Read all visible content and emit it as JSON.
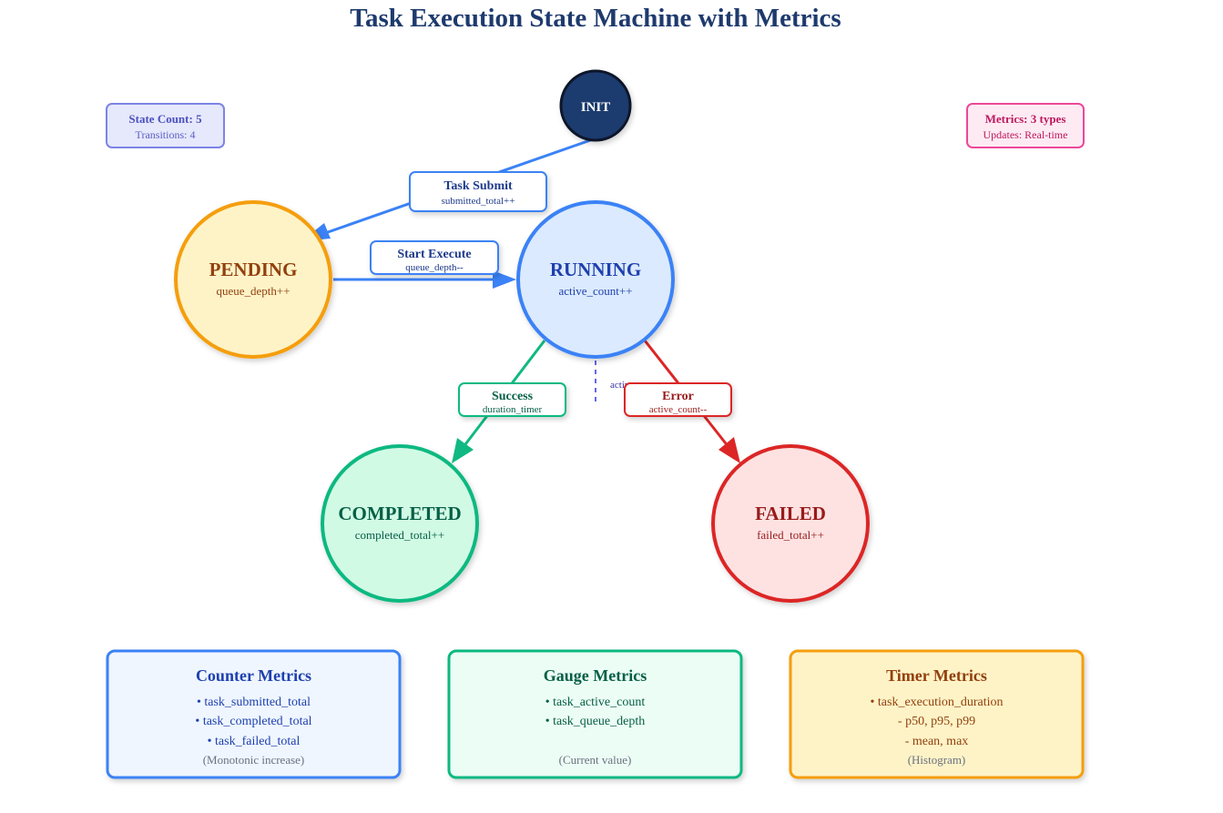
{
  "title": "Task Execution State Machine with Metrics",
  "states": {
    "init": {
      "name": "INIT"
    },
    "pending": {
      "name": "PENDING",
      "metric": "queue_depth++"
    },
    "running": {
      "name": "RUNNING",
      "metric": "active_count++"
    },
    "completed": {
      "name": "COMPLETED",
      "metric": "completed_total++"
    },
    "failed": {
      "name": "FAILED",
      "metric": "failed_total++"
    }
  },
  "transitions": {
    "submit": {
      "label": "Task Submit",
      "metric": "submitted_total++"
    },
    "start": {
      "label": "Start Execute",
      "metric": "queue_depth--"
    },
    "success": {
      "label": "Success",
      "metric": "duration_timer"
    },
    "error": {
      "label": "Error",
      "metric": "active_count--"
    },
    "side_note": "active_count--"
  },
  "info_left": {
    "title": "State Count: 5",
    "sub": "Transitions: 4"
  },
  "info_right": {
    "title": "Metrics: 3 types",
    "sub": "Updates: Real-time"
  },
  "panels": {
    "counter": {
      "title": "Counter Metrics",
      "lines": [
        "• task_submitted_total",
        "• task_completed_total",
        "• task_failed_total"
      ],
      "note": "(Monotonic increase)"
    },
    "gauge": {
      "title": "Gauge Metrics",
      "lines": [
        "• task_active_count",
        "• task_queue_depth"
      ],
      "note": "(Current value)"
    },
    "timer": {
      "title": "Timer Metrics",
      "lines": [
        "• task_execution_duration",
        "- p50, p95, p99",
        "- mean, max"
      ],
      "note": "(Histogram)"
    }
  },
  "colors": {
    "title": "#1e3a6e",
    "init_fill": "#1e3a6e",
    "pending_stroke": "#f59e0b",
    "pending_fill": "#fef3c7",
    "pending_text": "#92400e",
    "running_stroke": "#3b82f6",
    "running_fill": "#dbeafe",
    "running_text": "#1e40af",
    "completed_stroke": "#10b981",
    "completed_fill": "#d1fae5",
    "completed_text": "#065f46",
    "failed_stroke": "#dc2626",
    "failed_fill": "#fee2e2",
    "failed_text": "#991b1b"
  }
}
